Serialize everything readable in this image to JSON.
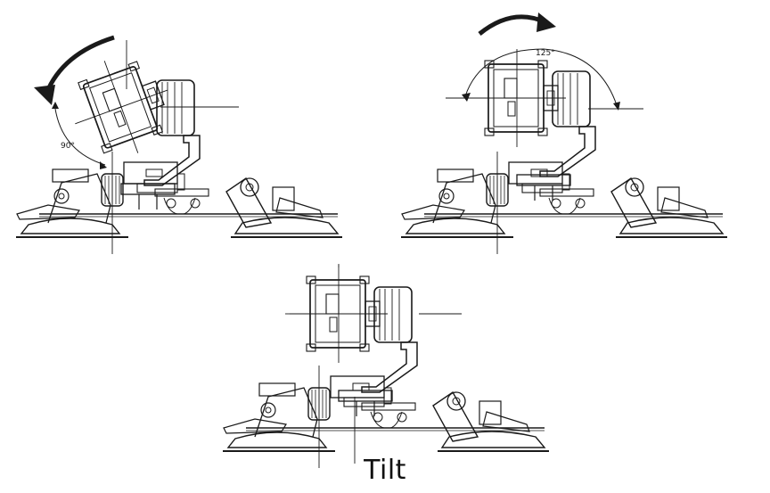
{
  "caption": "Tilt",
  "angles": {
    "left": "90°",
    "right": "125°"
  },
  "colors": {
    "line": "#1a1a1a",
    "background": "#ffffff"
  }
}
